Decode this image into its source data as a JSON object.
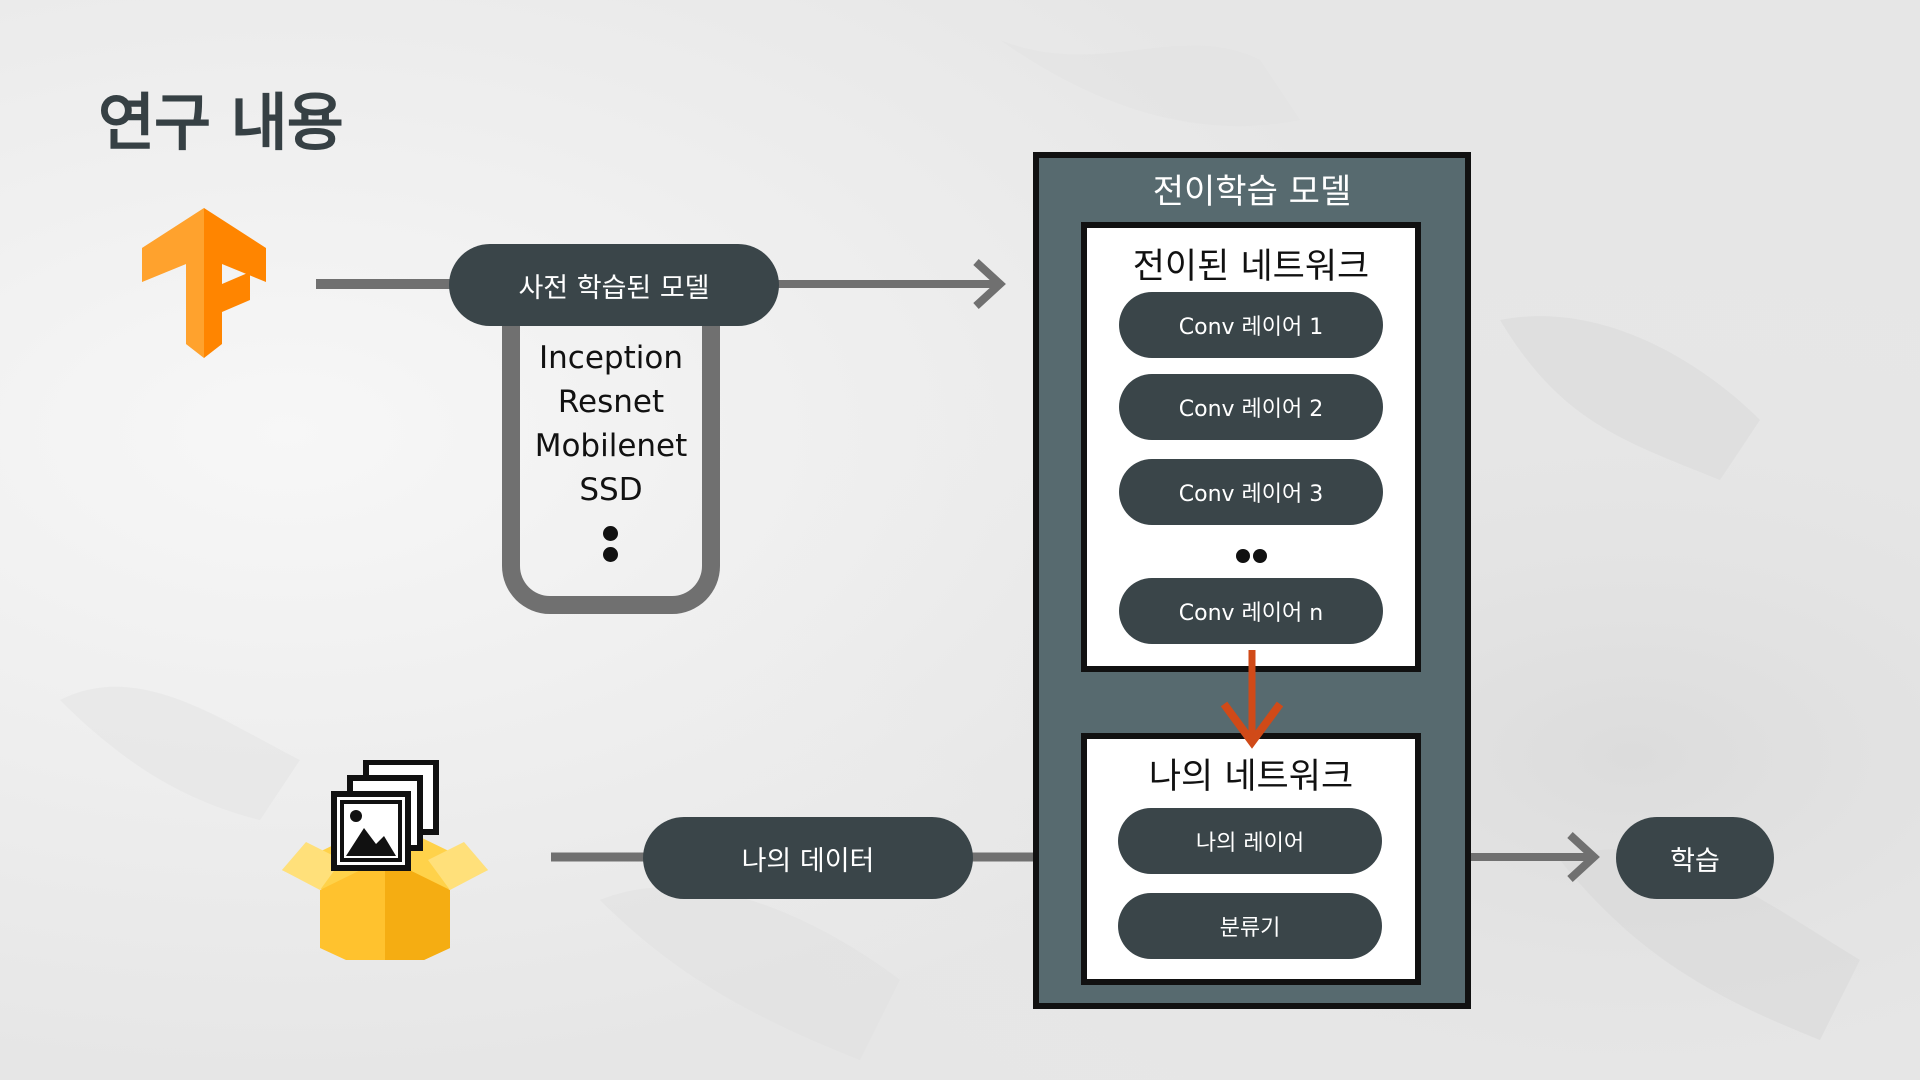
{
  "slide": {
    "title": "연구 내용"
  },
  "pretrained": {
    "label": "사전 학습된 모델",
    "models": [
      "Inception",
      "Resnet",
      "Mobilenet",
      "SSD"
    ]
  },
  "transfer_model": {
    "title": "전이학습 모델",
    "transferred_network": {
      "title": "전이된 네트워크",
      "layers": [
        "Conv 레이어 1",
        "Conv 레이어 2",
        "Conv 레이어 3",
        "Conv 레이어 n"
      ]
    },
    "my_network": {
      "title": "나의 네트워크",
      "layers": [
        "나의 레이어",
        "분류기"
      ]
    }
  },
  "my_data": {
    "label": "나의 데이터"
  },
  "training": {
    "label": "학습"
  },
  "colors": {
    "pill": "#3a4549",
    "outer_box": "#576a6f",
    "connector": "#707070",
    "accent_arrow": "#d04a18",
    "tensorflow_orange": "#ff8f00",
    "box_yellow": "#ffc83a"
  },
  "icons": {
    "tensorflow": "tensorflow-logo-icon",
    "dataset": "image-dataset-box-icon"
  }
}
